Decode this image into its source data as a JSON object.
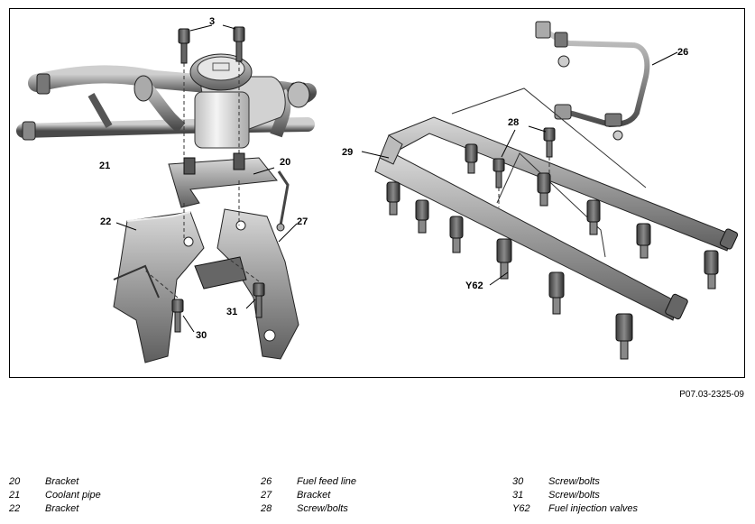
{
  "figure": {
    "id": "P07.03-2325-09",
    "callouts": {
      "c3": "3",
      "c20": "20",
      "c21": "21",
      "c22": "22",
      "c26": "26",
      "c27": "27",
      "c28": "28",
      "c29": "29",
      "c30": "30",
      "c31": "31",
      "cy62": "Y62"
    }
  },
  "legend": {
    "col1": [
      {
        "num": "20",
        "label": "Bracket"
      },
      {
        "num": "21",
        "label": "Coolant pipe"
      },
      {
        "num": "22",
        "label": "Bracket"
      }
    ],
    "col2": [
      {
        "num": "26",
        "label": "Fuel feed line"
      },
      {
        "num": "27",
        "label": "Bracket"
      },
      {
        "num": "28",
        "label": "Screw/bolts"
      }
    ],
    "col3": [
      {
        "num": "30",
        "label": "Screw/bolts"
      },
      {
        "num": "31",
        "label": "Screw/bolts"
      },
      {
        "num": "Y62",
        "label": "Fuel injection valves"
      }
    ]
  }
}
